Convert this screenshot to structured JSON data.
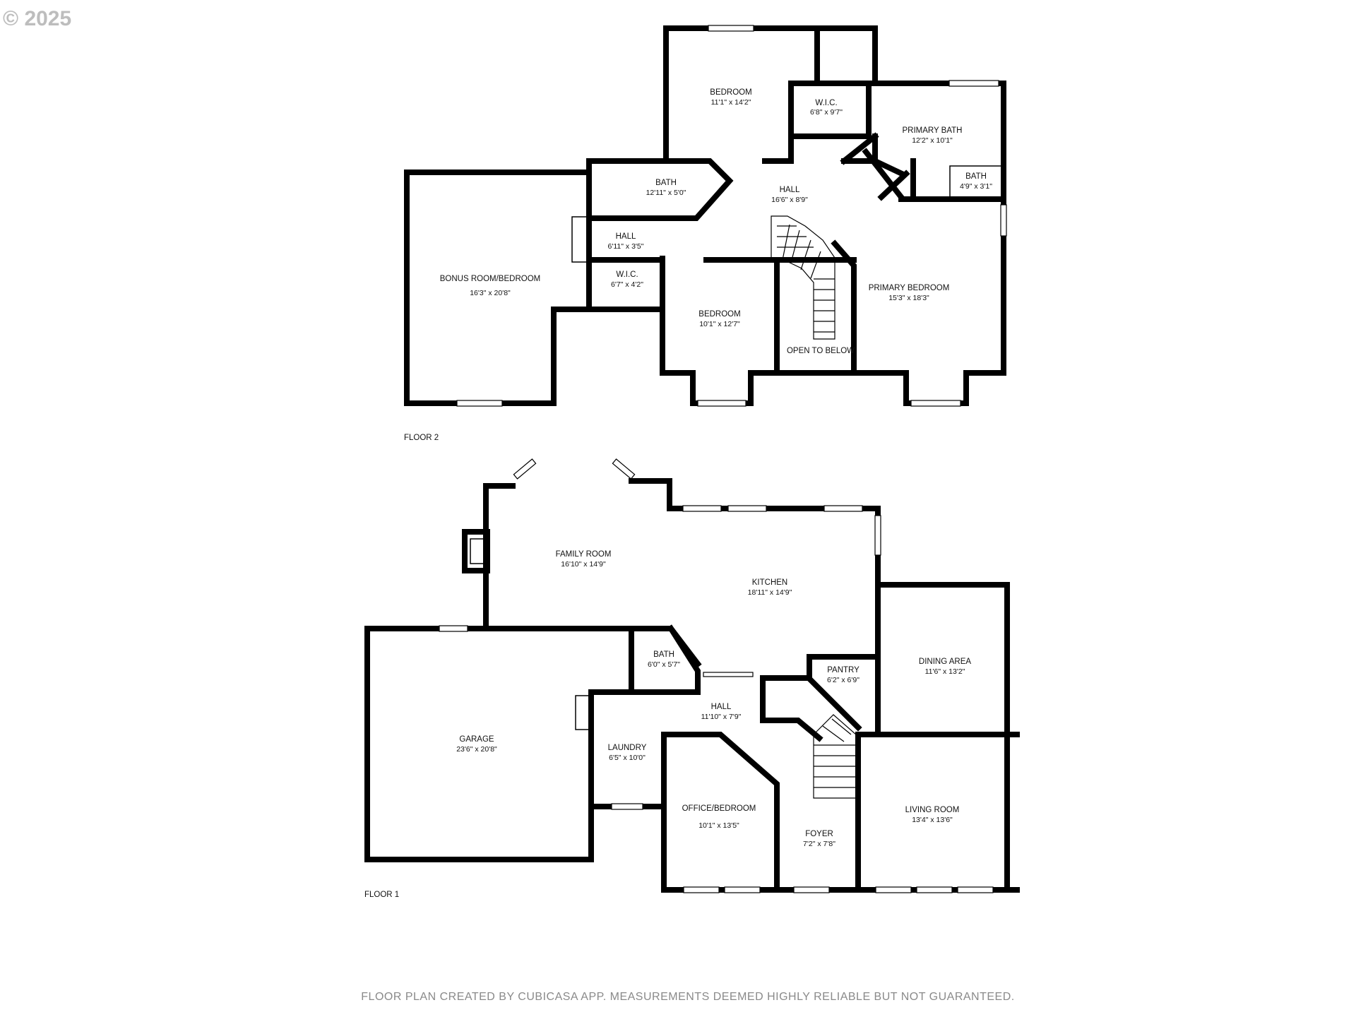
{
  "copyright": "© 2025",
  "footer": "FLOOR PLAN CREATED BY CUBICASA APP. MEASUREMENTS DEEMED HIGHLY RELIABLE BUT NOT GUARANTEED.",
  "floor2": {
    "label": "FLOOR 2",
    "rooms": {
      "bedroom_a": {
        "name": "BEDROOM",
        "size": "11'1\" x 14'2\""
      },
      "wic_a": {
        "name": "W.I.C.",
        "size": "6'8\" x 9'7\""
      },
      "primary_bath": {
        "name": "PRIMARY BATH",
        "size": "12'2\" x 10'1\""
      },
      "bath_small": {
        "name": "BATH",
        "size": "4'9\" x 3'1\""
      },
      "bath": {
        "name": "BATH",
        "size": "12'11\" x 5'0\""
      },
      "hall_main": {
        "name": "HALL",
        "size": "16'6\" x 8'9\""
      },
      "hall_small": {
        "name": "HALL",
        "size": "6'11\" x 3'5\""
      },
      "wic_b": {
        "name": "W.I.C.",
        "size": "6'7\" x 4'2\""
      },
      "bonus": {
        "name": "BONUS ROOM/BEDROOM",
        "size": "16'3\" x 20'8\""
      },
      "bedroom_b": {
        "name": "BEDROOM",
        "size": "10'1\" x 12'7\""
      },
      "primary_bedroom": {
        "name": "PRIMARY BEDROOM",
        "size": "15'3\" x 18'3\""
      },
      "open_below": {
        "name": "OPEN TO BELOW"
      }
    }
  },
  "floor1": {
    "label": "FLOOR 1",
    "rooms": {
      "family": {
        "name": "FAMILY ROOM",
        "size": "16'10\" x 14'9\""
      },
      "kitchen": {
        "name": "KITCHEN",
        "size": "18'11\" x 14'9\""
      },
      "dining": {
        "name": "DINING AREA",
        "size": "11'6\" x 13'2\""
      },
      "bath": {
        "name": "BATH",
        "size": "6'0\" x 5'7\""
      },
      "pantry": {
        "name": "PANTRY",
        "size": "6'2\" x 6'9\""
      },
      "hall": {
        "name": "HALL",
        "size": "11'10\" x 7'9\""
      },
      "garage": {
        "name": "GARAGE",
        "size": "23'6\" x 20'8\""
      },
      "laundry": {
        "name": "LAUNDRY",
        "size": "6'5\" x 10'0\""
      },
      "office": {
        "name": "OFFICE/BEDROOM",
        "size": "10'1\" x 13'5\""
      },
      "foyer": {
        "name": "FOYER",
        "size": "7'2\" x 7'8\""
      },
      "living": {
        "name": "LIVING ROOM",
        "size": "13'4\" x 13'6\""
      }
    }
  }
}
